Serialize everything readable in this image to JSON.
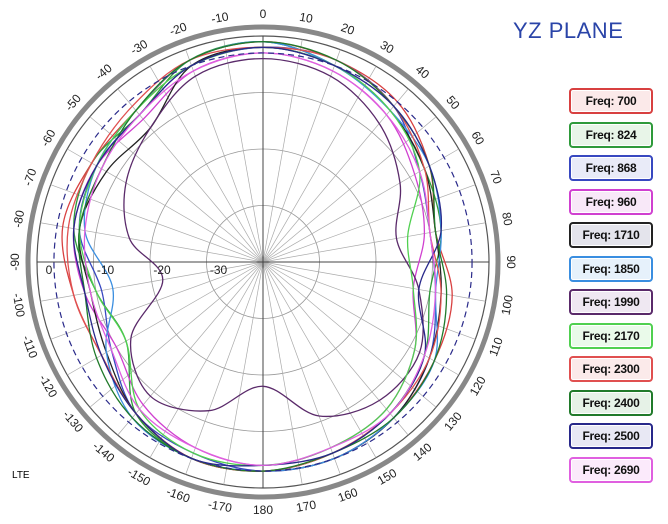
{
  "header": {
    "plane_title": "YZ PLANE",
    "band_label": "LTE"
  },
  "chart_data": {
    "type": "polar",
    "title": "YZ PLANE",
    "radial_range": [
      -40,
      0
    ],
    "radial_ticks": [
      {
        "value": 0,
        "label": "0"
      },
      {
        "value": -10,
        "label": "-10"
      },
      {
        "value": -20,
        "label": "-20"
      },
      {
        "value": -30,
        "label": "-30"
      }
    ],
    "angle_ticks": [
      {
        "deg": 0,
        "label": "0"
      },
      {
        "deg": 10,
        "label": "10"
      },
      {
        "deg": 20,
        "label": "20"
      },
      {
        "deg": 30,
        "label": "30"
      },
      {
        "deg": 40,
        "label": "40"
      },
      {
        "deg": 50,
        "label": "50"
      },
      {
        "deg": 60,
        "label": "60"
      },
      {
        "deg": 70,
        "label": "70"
      },
      {
        "deg": 80,
        "label": "80"
      },
      {
        "deg": 90,
        "label": "90"
      },
      {
        "deg": 100,
        "label": "100"
      },
      {
        "deg": 110,
        "label": "110"
      },
      {
        "deg": 120,
        "label": "120"
      },
      {
        "deg": 130,
        "label": "130"
      },
      {
        "deg": 140,
        "label": "140"
      },
      {
        "deg": 150,
        "label": "150"
      },
      {
        "deg": 160,
        "label": "160"
      },
      {
        "deg": 170,
        "label": "170"
      },
      {
        "deg": 180,
        "label": "180"
      },
      {
        "deg": 190,
        "label": "-170"
      },
      {
        "deg": 200,
        "label": "-160"
      },
      {
        "deg": 210,
        "label": "-150"
      },
      {
        "deg": 220,
        "label": "-140"
      },
      {
        "deg": 230,
        "label": "-130"
      },
      {
        "deg": 240,
        "label": "-120"
      },
      {
        "deg": 250,
        "label": "-110"
      },
      {
        "deg": 260,
        "label": "-100"
      },
      {
        "deg": 270,
        "label": "-90"
      },
      {
        "deg": 280,
        "label": "-80"
      },
      {
        "deg": 290,
        "label": "-70"
      },
      {
        "deg": 300,
        "label": "-60"
      },
      {
        "deg": 310,
        "label": "-50"
      },
      {
        "deg": 320,
        "label": "-40"
      },
      {
        "deg": 330,
        "label": "-30"
      },
      {
        "deg": 340,
        "label": "-20"
      },
      {
        "deg": 350,
        "label": "-10"
      }
    ],
    "grid": true,
    "reference_circle": {
      "value": -3,
      "style": "dashed",
      "color": "#2a2a8a"
    },
    "legend_position": "right",
    "angles_deg": [
      0,
      20,
      40,
      60,
      80,
      100,
      120,
      140,
      160,
      180,
      200,
      220,
      240,
      260,
      280,
      300,
      320,
      340
    ],
    "series": [
      {
        "name": "Freq: 700",
        "color": "#d84040",
        "fill": "#fbe9e9",
        "values": [
          -1,
          -2,
          -3,
          -6,
          -9,
          -6,
          -5,
          -4,
          -3,
          -3,
          -3,
          -5,
          -7,
          -6,
          -4,
          -5,
          -5,
          -2
        ]
      },
      {
        "name": "Freq: 824",
        "color": "#2e9a3a",
        "fill": "#e8f5e8",
        "values": [
          -1,
          -3,
          -5,
          -7,
          -8,
          -10,
          -7,
          -5,
          -4,
          -3,
          -3,
          -5,
          -12,
          -10,
          -6,
          -5,
          -6,
          -2
        ]
      },
      {
        "name": "Freq: 868",
        "color": "#3848c0",
        "fill": "#e9ebf8",
        "values": [
          -2,
          -2,
          -4,
          -8,
          -10,
          -9,
          -6,
          -4,
          -3,
          -3,
          -4,
          -5,
          -9,
          -11,
          -7,
          -6,
          -6,
          -3
        ]
      },
      {
        "name": "Freq: 960",
        "color": "#d040d0",
        "fill": "#f8e8f8",
        "values": [
          -3,
          -4,
          -6,
          -9,
          -11,
          -13,
          -9,
          -6,
          -5,
          -4,
          -5,
          -7,
          -10,
          -8,
          -6,
          -6,
          -7,
          -4
        ]
      },
      {
        "name": "Freq: 1710",
        "color": "#222222",
        "fill": "#e4e4ec",
        "values": [
          -2,
          -3,
          -5,
          -7,
          -9,
          -8,
          -6,
          -4,
          -3,
          -3,
          -3,
          -5,
          -8,
          -9,
          -7,
          -8,
          -9,
          -3
        ]
      },
      {
        "name": "Freq: 1850",
        "color": "#3a8ee0",
        "fill": "#e6f1fb",
        "values": [
          -1,
          -3,
          -5,
          -6,
          -8,
          -9,
          -5,
          -4,
          -3,
          -3,
          -3,
          -4,
          -8,
          -13,
          -8,
          -6,
          -5,
          -2
        ]
      },
      {
        "name": "Freq: 1990",
        "color": "#5a2a6a",
        "fill": "#efe8f2",
        "values": [
          -4,
          -5,
          -8,
          -12,
          -16,
          -12,
          -8,
          -8,
          -11,
          -18,
          -12,
          -9,
          -13,
          -22,
          -16,
          -12,
          -9,
          -5
        ]
      },
      {
        "name": "Freq: 2170",
        "color": "#50d050",
        "fill": "#eafaea",
        "values": [
          -2,
          -3,
          -5,
          -8,
          -14,
          -13,
          -9,
          -6,
          -5,
          -4,
          -4,
          -6,
          -12,
          -10,
          -7,
          -6,
          -5,
          -3
        ]
      },
      {
        "name": "Freq: 2300",
        "color": "#e05050",
        "fill": "#fbeaea",
        "values": [
          -2,
          -2,
          -4,
          -7,
          -10,
          -8,
          -6,
          -5,
          -4,
          -3,
          -3,
          -5,
          -7,
          -6,
          -5,
          -5,
          -4,
          -2
        ]
      },
      {
        "name": "Freq: 2400",
        "color": "#207a2a",
        "fill": "#e6f2e7",
        "values": [
          -1,
          -2,
          -4,
          -6,
          -9,
          -7,
          -5,
          -4,
          -4,
          -3,
          -3,
          -4,
          -6,
          -8,
          -7,
          -7,
          -5,
          -2
        ]
      },
      {
        "name": "Freq: 2500",
        "color": "#28288a",
        "fill": "#e8e8f4",
        "values": [
          -2,
          -3,
          -4,
          -6,
          -8,
          -12,
          -7,
          -5,
          -4,
          -4,
          -3,
          -5,
          -7,
          -8,
          -6,
          -6,
          -6,
          -3
        ]
      },
      {
        "name": "Freq: 2690",
        "color": "#e060e0",
        "fill": "#fbeafb",
        "values": [
          -3,
          -4,
          -6,
          -8,
          -10,
          -9,
          -7,
          -5,
          -5,
          -4,
          -5,
          -6,
          -9,
          -9,
          -8,
          -7,
          -6,
          -4
        ]
      }
    ]
  }
}
